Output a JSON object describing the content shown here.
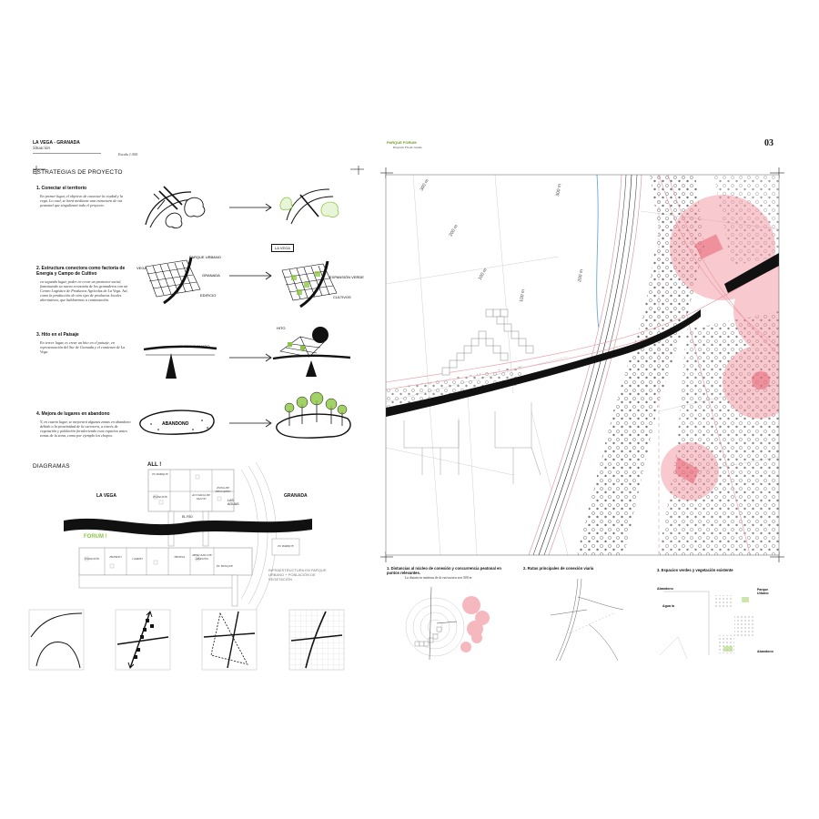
{
  "page_number": "03",
  "left": {
    "header_title": "LA VEGA - GRANADA",
    "header_sub": "Situación",
    "scale": "Escala 1:500",
    "section_title": "ESTRATEGIAS DE PROYECTO",
    "strategies": [
      {
        "title": "1. Conectar el territorio",
        "text": "En primer lugar, el objetivo de conectar la ciudad y la vega. Lo cual, se hará mediante una estructura de vía peatonal que singulizará todo el proyecto."
      },
      {
        "title": "2. Estructura conectora como factoría de Energía y Campo de Cultivo",
        "text": "en segundo lugar, poder en crear un promotor social, fomentando su nueva economía de los granaderos con un Centro Logístico de Productos Agrícolas de La Vega. Así, como la producción de otro tipo de productos locales alternativos, que hablaremos a continuación."
      },
      {
        "title": "3. Hito en el Paisaje",
        "text": "En tercer lugar, es crear un hito en el paisaje, en representación del Sur de Granada y el comienzo de La Vega."
      },
      {
        "title": "4. Mejora de lugares en abandono",
        "text": "Y, en cuarto lugar, se mejorará algunas zonas en abandono debido a la proximidad de la carretera, a través de vegetación y población fortaleciendo esos espacios antes zonas de la zona, como por ejemplo los chopos."
      }
    ],
    "sketch_labels": {
      "s2_a": "PARQUE URBANO",
      "s2_b": "GRANADA",
      "s2_c": "VEGA",
      "s2_d": "EDIFICIO",
      "s2_e": "LA VEGA",
      "s2_f": "EXPANSIÓN VERDE",
      "s2_g": "CULTIVOS",
      "s3_a": "HITO",
      "s3_b": "ABANDONADO",
      "s4_a": "ABANDONO"
    },
    "diagram_title": "DIAGRAMAS",
    "diagram": {
      "all": "ALL !",
      "forum": "FORUM !",
      "la_vega": "LA VEGA",
      "granada": "GRANADA",
      "el_rio": "EL RÍO",
      "las_aguas": "LAS AGUAS",
      "top_cells": [
        "EL PARQUE",
        "ESTACIÓN",
        "ACOGIDA DE SALUD",
        "ZONA DE DESCANSO"
      ],
      "bottom_cells": [
        "ESTACIÓN",
        "HUERTO",
        "CAMPO",
        "TIENDA",
        "MERCADO DE ABASTOS",
        "EL BOSQUE"
      ],
      "eco_parque": "EL PARQUE",
      "note": "INFRAESTRUCTURA EN PARQUE URBANO + POBLACIÓN DE VEGETACIÓN"
    }
  },
  "right": {
    "header_title": "PARQUE FORUM",
    "header_sub": "Proyecto Fin de Grado",
    "map_distances": [
      "300 m",
      "200 m",
      "100 m",
      "300 m",
      "200 m",
      "100 m"
    ],
    "bottom_sections": [
      {
        "title": "1. Distancias al núcleo de conexión y concurrencia peatonal en puntos relevantes.",
        "text": "La distancia máxima de la estructura son 500 m"
      },
      {
        "title": "2. Rutas principales de conexión viaria",
        "text": ""
      },
      {
        "title": "3. Espacios verdes y vegetación existente",
        "text": ""
      }
    ],
    "green_labels": [
      "Abandono",
      "Agua la",
      "Parque Urbano",
      "Abandono"
    ]
  },
  "colors": {
    "accent_green": "#8cc63f",
    "pink": "#f08a96",
    "ink": "#111111",
    "grid": "#aaaaaa"
  }
}
